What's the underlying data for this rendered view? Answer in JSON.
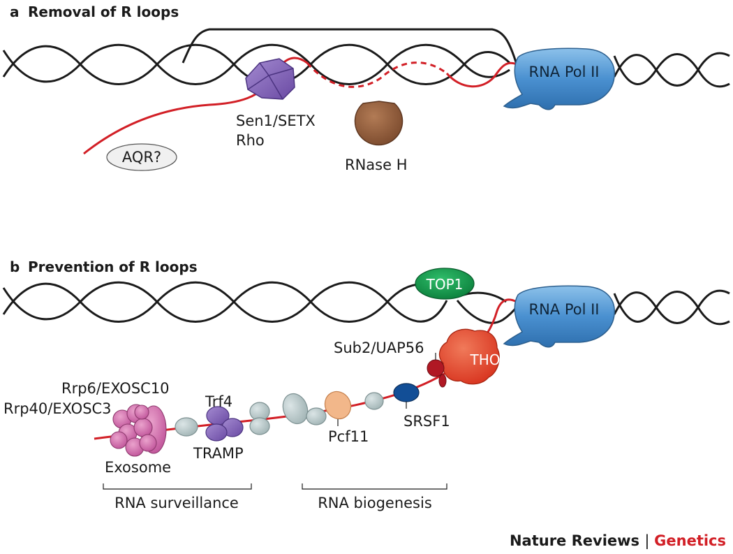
{
  "panel_a": {
    "letter": "a",
    "title": "Removal of R loops",
    "labels": {
      "pol": "RNA Pol II",
      "helicase_line1": "Sen1/SETX",
      "helicase_line2": "Rho",
      "aqr": "AQR?",
      "rnase": "RNase H"
    }
  },
  "panel_b": {
    "letter": "b",
    "title": "Prevention of R loops",
    "labels": {
      "top1": "TOP1",
      "pol": "RNA Pol II",
      "sub2": "Sub2/UAP56",
      "tho": "THO",
      "rrp6": "Rrp6/EXOSC10",
      "rrp40": "Rrp40/EXOSC3",
      "trf4": "Trf4",
      "tramp": "TRAMP",
      "exosome": "Exosome",
      "pcf11": "Pcf11",
      "srsf1": "SRSF1",
      "surveillance": "RNA surveillance",
      "biogenesis": "RNA biogenesis"
    }
  },
  "credit": {
    "journal": "Nature Reviews",
    "separator": "|",
    "subject": "Genetics"
  },
  "colors": {
    "dna": "#1a1a1a",
    "rna": "#d21f26",
    "pol": "#4a90d0",
    "helicase": "#7f5fb5",
    "rnase": "#8b5a3c",
    "top1": "#0f9a4a",
    "tho": "#e2462e",
    "exosome": "#d56fab",
    "tramp": "#7f5fb5",
    "pcf11": "#f2b78a",
    "srsf1": "#124e96",
    "grey_protein": "#b5c5c6",
    "credit_accent": "#d21f26"
  }
}
